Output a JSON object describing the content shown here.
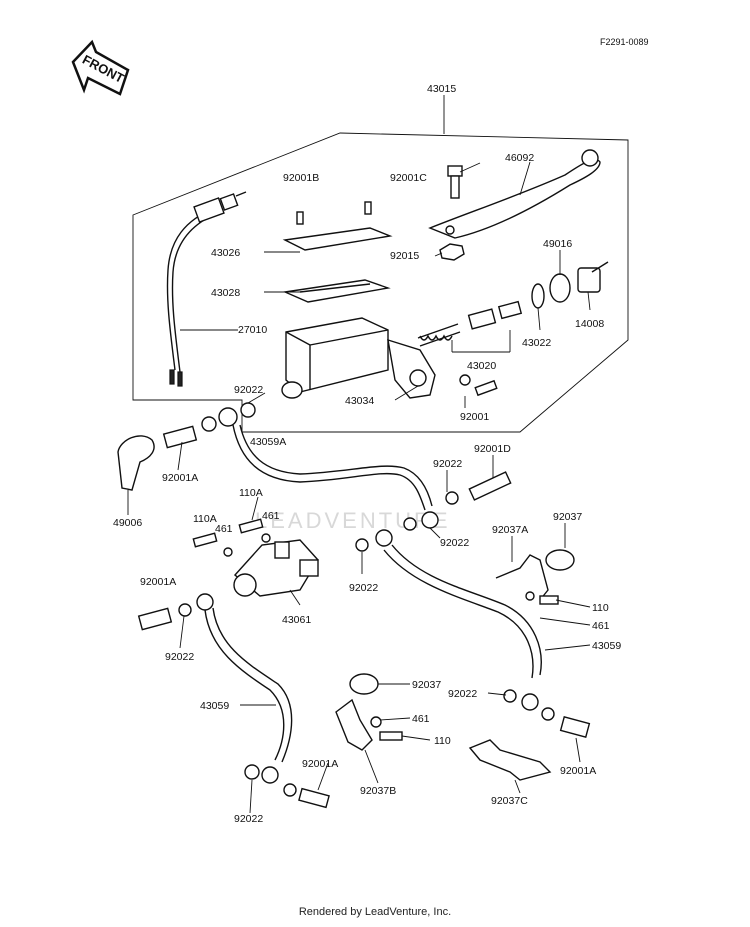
{
  "figure_id": "F2291-0089",
  "front_label": "FRONT",
  "watermark": "LEADVENTURE",
  "footer": "Rendered by LeadVenture, Inc.",
  "labels": {
    "p43015": "43015",
    "p46092": "46092",
    "p92001B": "92001B",
    "p92001C": "92001C",
    "p43026": "43026",
    "p92015": "92015",
    "p49016": "49016",
    "p43028": "43028",
    "p27010": "27010",
    "p14008": "14008",
    "p43022": "43022",
    "p43020": "43020",
    "p92022_a": "92022",
    "p43034": "43034",
    "p92001": "92001",
    "p43059A": "43059A",
    "p92001D": "92001D",
    "p92022_b": "92022",
    "p92001A_a": "92001A",
    "p49006": "49006",
    "p110A_a": "110A",
    "p461_a": "461",
    "p110A_b": "110A",
    "p461_b": "461",
    "p92022_c": "92022",
    "p92037A": "92037A",
    "p92037_a": "92037",
    "p92022_d": "92022",
    "p92001A_b": "92001A",
    "p110_a": "110",
    "p43061": "43061",
    "p461_c": "461",
    "p92022_e": "92022",
    "p43059_a": "43059",
    "p92037_b": "92037",
    "p92022_f": "92022",
    "p43059_b": "43059",
    "p461_d": "461",
    "p110_b": "110",
    "p92001A_c": "92001A",
    "p92001A_d": "92001A",
    "p92022_g": "92022",
    "p92037B": "92037B",
    "p92037C": "92037C"
  }
}
